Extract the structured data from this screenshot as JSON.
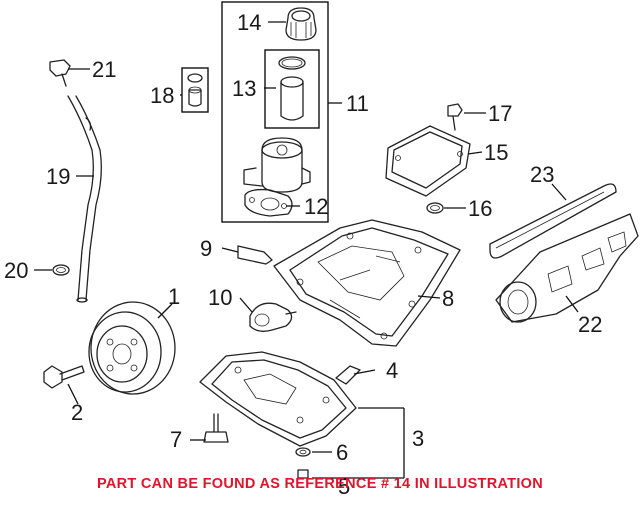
{
  "diagram": {
    "callouts": [
      "1",
      "2",
      "3",
      "4",
      "5",
      "6",
      "7",
      "8",
      "9",
      "10",
      "11",
      "12",
      "13",
      "14",
      "15",
      "16",
      "17",
      "18",
      "19",
      "20",
      "21",
      "22",
      "23"
    ],
    "footer_note": "PART CAN BE FOUND AS REFERENCE # 14 IN ILLUSTRATION",
    "footer_color": "#e0142a",
    "line_color": "#222222"
  }
}
